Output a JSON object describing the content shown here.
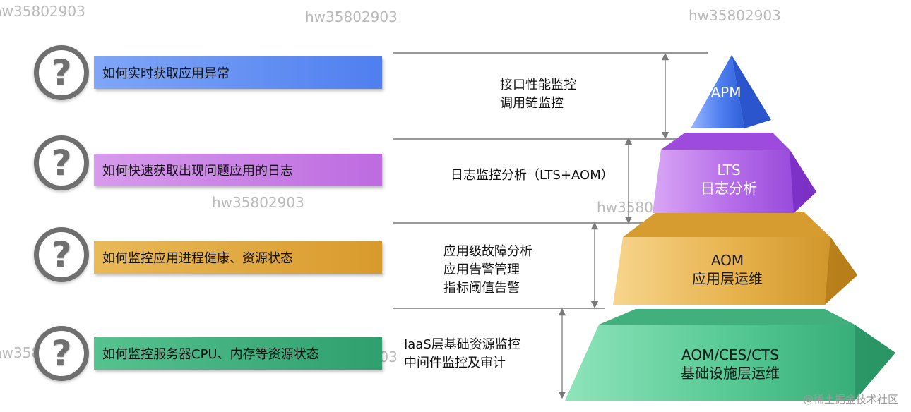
{
  "questions": [
    {
      "label": "如何实时获取应用异常",
      "color": "#5b8ff5"
    },
    {
      "label": "如何快速获取出现问题应用的日志",
      "color": "#c677e0"
    },
    {
      "label": "如何监控应用进程健康、资源状态",
      "color": "#e2a93c"
    },
    {
      "label": "如何监控服务器CPU、内存等资源状态",
      "color": "#3bb07e"
    }
  ],
  "capabilities": [
    {
      "lines": [
        "接口性能监控",
        "调用链监控"
      ]
    },
    {
      "lines": [
        "日志监控分析（LTS+AOM）"
      ]
    },
    {
      "lines": [
        "应用级故障分析",
        "应用告警管理",
        "指标阈值告警"
      ]
    },
    {
      "lines": [
        "IaaS层基础资源监控",
        "中间件监控及审计"
      ]
    }
  ],
  "pyramid": [
    {
      "lines": [
        "APM"
      ],
      "color": "#3f6fe6"
    },
    {
      "lines": [
        "LTS",
        "日志分析"
      ],
      "color": "#a855e6"
    },
    {
      "lines": [
        "AOM",
        "应用层运维"
      ],
      "color": "#e8b04a"
    },
    {
      "lines": [
        "AOM/CES/CTS",
        "基础设施层运维"
      ],
      "color": "#4ec98f"
    }
  ],
  "watermark": "hw35802903",
  "footer": "@稀土掘金技术社区"
}
